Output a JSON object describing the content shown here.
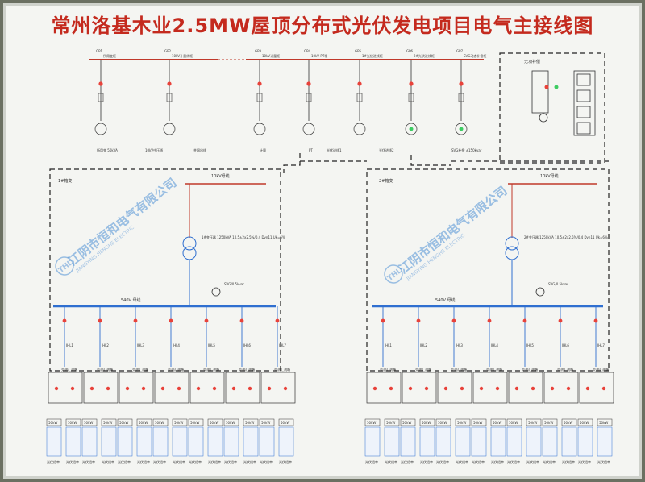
{
  "title": "常州洛基木业2.5MW屋顶分布式光伏发电项目电气主接线图",
  "top": {
    "feeders": [
      {
        "code": "GP1",
        "name": "所用变柜"
      },
      {
        "code": "GP2",
        "name": "10kV计量线柜"
      },
      {
        "code": "GP3",
        "name": "10kV计量柜"
      },
      {
        "code": "GP4",
        "name": "10kV PT柜"
      },
      {
        "code": "GP5",
        "name": "1#光伏进线柜"
      },
      {
        "code": "GP6",
        "name": "2#光伏进线柜"
      },
      {
        "code": "GP7",
        "name": "SVG动态补偿柜"
      }
    ],
    "bottom_labels": [
      "所用变 50kVA",
      "10kV中压线",
      "并网出线",
      "计量",
      "PT",
      "光伏进线1",
      "光伏进线2",
      "SVG补偿 ±150kvar"
    ],
    "cabinet_label": "无功补偿"
  },
  "sub1": {
    "title": "1#箱变",
    "bus_top": "10kV母线",
    "transformer": "1#变压器 1250kVA 10.5±2x2.5%/0.4 Dyn11 Uk=6%",
    "bus_bottom": "540V 母线",
    "cap": "SVG/0.5kvar",
    "feeders": [
      "JHL1",
      "JHL2",
      "JHL3",
      "JHL4",
      "JHL5",
      "JHL6",
      "JHL7"
    ],
    "ellipsis": "...",
    "combiner": "交流汇流箱",
    "inverter": "50kW",
    "strings": "光伏组串"
  },
  "sub2": {
    "title": "2#箱变",
    "bus_top": "10kV母线",
    "transformer": "2#变压器 1250kVA 10.5±2x2.5%/0.4 Dyn11 Uk=6%",
    "bus_bottom": "540V 母线",
    "cap": "SVG/0.5kvar",
    "feeders": [
      "JHL1",
      "JHL2",
      "JHL3",
      "JHL4",
      "JHL5",
      "JHL6",
      "JHL7"
    ],
    "ellipsis": "...",
    "combiner": "交流汇流箱",
    "inverter": "50kW",
    "strings": "光伏组串"
  },
  "watermark": {
    "name": "江阴市恒和电气有限公司",
    "en": "JIANGYING HENGHE ELECTRIC",
    "logo": "THL"
  },
  "colors": {
    "title": "#c42a1e",
    "bus_blue": "#2f6fd0",
    "lamp_red": "#e8423a",
    "lamp_green": "#3dcc62",
    "line_red": "#c0392b"
  }
}
